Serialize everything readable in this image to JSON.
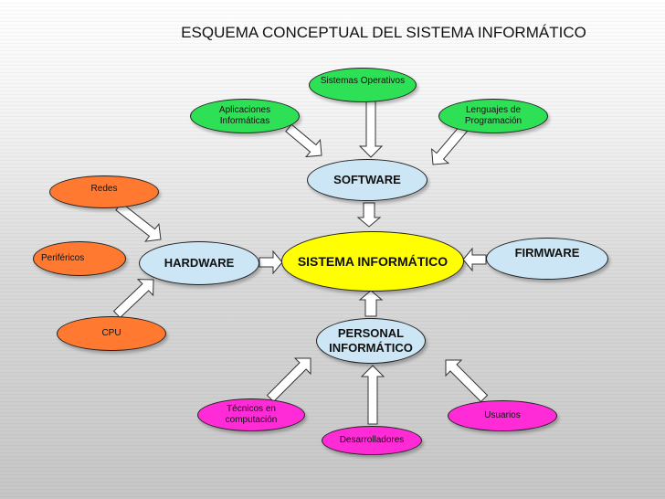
{
  "diagram": {
    "title": "ESQUEMA CONCEPTUAL  DEL SISTEMA INFORMÁTICO",
    "nodes": {
      "sistema": "SISTEMA INFORMÁTICO",
      "software": "SOFTWARE",
      "hardware": "HARDWARE",
      "firmware": "FIRMWARE",
      "personal_line1": "PERSONAL",
      "personal_line2": "INFORMÁTICO",
      "sistemas_operativos": "Sistemas Operativos",
      "aplicaciones_line1": "Aplicaciones",
      "aplicaciones_line2": "Informáticas",
      "lenguajes_line1": "Lenguajes de",
      "lenguajes_line2": "Programación",
      "redes": "Redes",
      "perifericos": "Periféricos",
      "cpu": "CPU",
      "tecnicos_line1": "Técnicos en",
      "tecnicos_line2": "computación",
      "desarrolladores": "Desarrolladores",
      "usuarios": "Usuarios"
    },
    "colors": {
      "core": "#ffff00",
      "category": "#cce6f5",
      "software_item": "#2ee055",
      "hardware_item": "#ff7a30",
      "personal_item": "#ff2bd6"
    }
  }
}
